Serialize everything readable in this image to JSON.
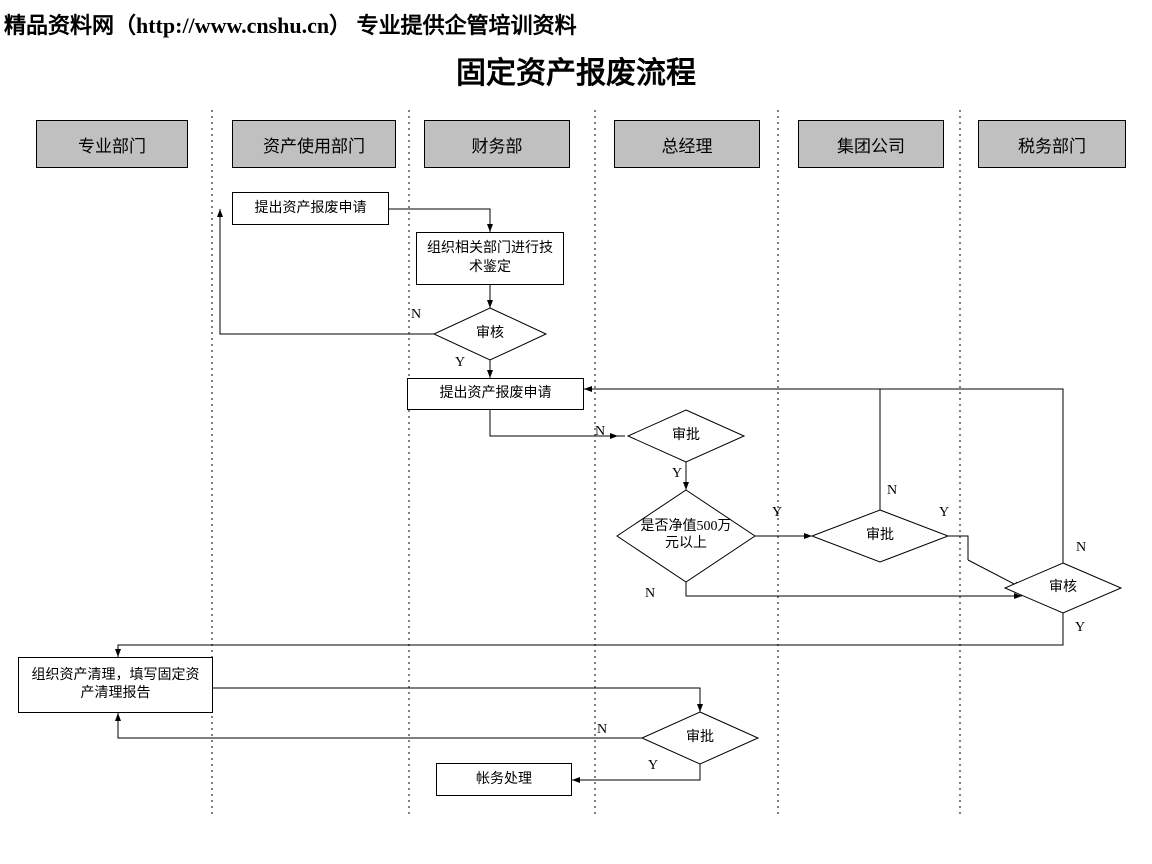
{
  "page": {
    "watermark": "精品资料网（http://www.cnshu.cn） 专业提供企管培训资料",
    "title": "固定资产报废流程"
  },
  "lanes": [
    {
      "id": "lane-professional",
      "label": "专业部门"
    },
    {
      "id": "lane-asset-user",
      "label": "资产使用部门"
    },
    {
      "id": "lane-finance",
      "label": "财务部"
    },
    {
      "id": "lane-gm",
      "label": "总经理"
    },
    {
      "id": "lane-group",
      "label": "集团公司"
    },
    {
      "id": "lane-tax",
      "label": "税务部门"
    }
  ],
  "nodes": [
    {
      "id": "apply-scrap-1",
      "label": "提出资产报废申请"
    },
    {
      "id": "organize-tech-appraisal",
      "label": "组织相关部门进行技术鉴定"
    },
    {
      "id": "review-1",
      "label": "审核"
    },
    {
      "id": "apply-scrap-2",
      "label": "提出资产报废申请"
    },
    {
      "id": "approve-finance",
      "label": "审批"
    },
    {
      "id": "net-value-check",
      "label": "是否净值500万元以上"
    },
    {
      "id": "approve-group",
      "label": "审批"
    },
    {
      "id": "review-tax",
      "label": "审核"
    },
    {
      "id": "asset-clearing-report",
      "label": "组织资产清理，填写固定资产清理报告"
    },
    {
      "id": "approve-final",
      "label": "审批"
    },
    {
      "id": "accounting-handling",
      "label": "帐务处理"
    }
  ],
  "edge_labels": [
    {
      "id": "label-n-review1",
      "text": "N"
    },
    {
      "id": "label-y-review1",
      "text": "Y"
    },
    {
      "id": "label-n-approve-finance",
      "text": "N"
    },
    {
      "id": "label-y-approve-finance",
      "text": "Y"
    },
    {
      "id": "label-y-netvalue",
      "text": "Y"
    },
    {
      "id": "label-n-netvalue",
      "text": "N"
    },
    {
      "id": "label-n-approve-group",
      "text": "N"
    },
    {
      "id": "label-y-approve-group",
      "text": "Y"
    },
    {
      "id": "label-n-review-tax",
      "text": "N"
    },
    {
      "id": "label-y-review-tax",
      "text": "Y"
    },
    {
      "id": "label-n-approve-final",
      "text": "N"
    },
    {
      "id": "label-y-approve-final",
      "text": "Y"
    }
  ],
  "colors": {
    "lane_header_fill": "#c0c0c0",
    "stroke": "#000000",
    "background": "#ffffff"
  }
}
